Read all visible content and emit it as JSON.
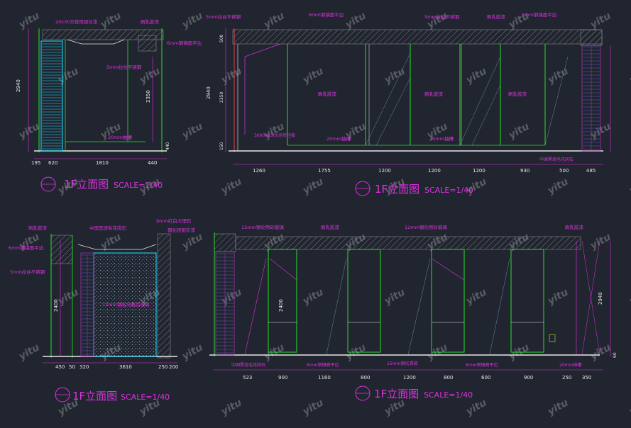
{
  "colors": {
    "background": "#202530",
    "magenta": "#e030e0",
    "green": "#28e028",
    "cyan": "#20e0ff",
    "white": "#e8e8e8",
    "red": "#e04040",
    "yellow": "#e0e020",
    "hatch": "#6a6a6a"
  },
  "watermark": "yitu",
  "elevations": [
    {
      "id": "a",
      "title": "1F立面图",
      "scale": "SCALE=1/40",
      "callouts": [
        "20x30方管喷银灰漆",
        "刷乳胶漆",
        "6mm钢镜面平边",
        "5mm拉丝不锈钢",
        "20mm抽槽"
      ],
      "dims_h": [
        "195",
        "620",
        "1810",
        "440"
      ],
      "dims_v": [
        "2940",
        "2350",
        "440"
      ]
    },
    {
      "id": "b",
      "title": "1F立面图",
      "scale": "SCALE=1/40",
      "callouts": [
        "5mm拉丝不锈钢",
        "6mm钢镜面平边",
        "5mm拉丝不锈钢",
        "刷乳胶漆",
        "6mm钢镜面平边",
        "刷乳胶漆",
        "刷乳胶漆",
        "刷乳胶漆",
        "20mm抽槽",
        "20mm抽槽",
        "3600x6300浴帘挂板",
        "中国黑烧毛花岗石"
      ],
      "dims_h": [
        "1260",
        "1755",
        "1200",
        "1200",
        "1200",
        "930",
        "500",
        "485"
      ],
      "dims_v": [
        "2940",
        "500",
        "2350",
        "150"
      ]
    },
    {
      "id": "c",
      "title": "1F立面图",
      "scale": "SCALE=1/40",
      "callouts": [
        "刷乳胶漆",
        "6mm钢镜面平边",
        "5mm拉丝不锈钢",
        "中国黑烧毛花岗石",
        "9mm红白大理石",
        "钢化喷银灰漆",
        "12mm钢化马赛克玻璃"
      ],
      "dims_h": [
        "450",
        "50",
        "320",
        "3610",
        "250",
        "200"
      ],
      "dims_v": [
        "2400"
      ]
    },
    {
      "id": "d",
      "title": "1F立面图",
      "scale": "SCALE=1/40",
      "callouts": [
        "12mm钢化喷砂玻璃",
        "刷乳胶漆",
        "12mm钢化喷砂玻璃",
        "刷乳胶漆",
        "中国黑烧毛花岗石",
        "6mm钢镜面平边",
        "15mm钢化清玻",
        "6mm钢镜面平边",
        "20mm抽槽"
      ],
      "dims_h": [
        "523",
        "900",
        "1160",
        "800",
        "1200",
        "800",
        "600",
        "900",
        "250",
        "350"
      ],
      "dims_v": [
        "2940",
        "2400",
        "60"
      ]
    }
  ]
}
